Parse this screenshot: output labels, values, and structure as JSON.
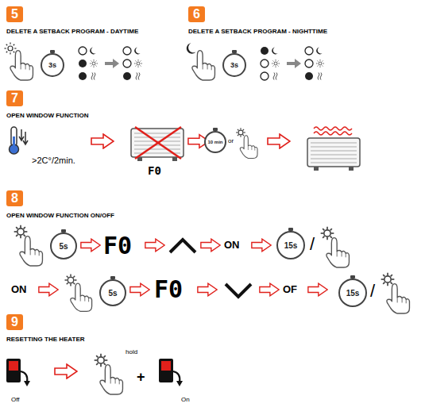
{
  "diagram": {
    "nodes": [
      {
        "text": [
          "5",
          "DELETE A SETBACK PROGRAM - DAYTIME"
        ]
      },
      {
        "text": [
          "3s"
        ]
      },
      {
        "text": [
          "6",
          "DELETE A SETBACK PROGRAM - NIGHTTIME"
        ]
      },
      {
        "text": [
          "3s"
        ]
      },
      {
        "text": [
          "7",
          "OPEN WINDOW FUNCTION"
        ]
      },
      {
        "text": [
          "10 min"
        ]
      },
      {
        "text": [
          "8",
          "OPEN WINDOW FUNCTION ON/OFF"
        ]
      },
      {
        "text": [
          "5s"
        ]
      },
      {
        "text": [
          "15s"
        ]
      },
      {
        "text": [
          "5s"
        ]
      },
      {
        "text": [
          "15s"
        ]
      },
      {
        "text": [
          "9",
          "RESETTING THE HEATER"
        ]
      }
    ],
    "labels": [
      ">2C°/2min.",
      "F0",
      "or",
      "F0",
      "ON",
      "/",
      "ON",
      "F0",
      "OF",
      "/",
      "hold",
      "+",
      "Off",
      "On"
    ]
  }
}
